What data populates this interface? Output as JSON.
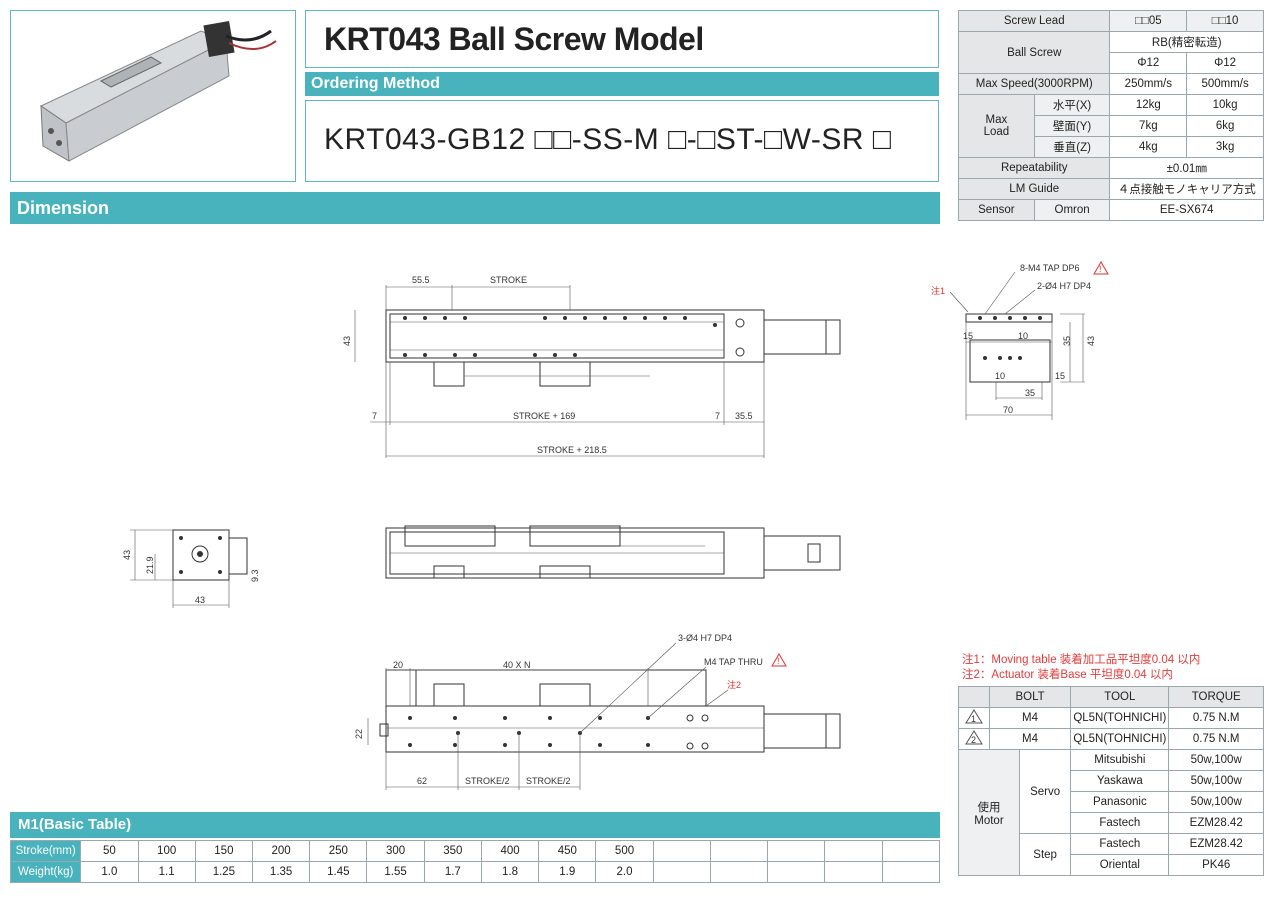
{
  "header": {
    "title": "KRT043 Ball Screw Model",
    "ordering_label": "Ordering Method",
    "order_code": "KRT043-GB12 □□-SS-M □-□ST-□W-SR □",
    "dimension_label": "Dimension"
  },
  "spec": {
    "screw_lead_label": "Screw Lead",
    "lead_05": "□□05",
    "lead_10": "□□10",
    "ball_screw_label": "Ball Screw",
    "ball_screw_type": "RB(精密転造)",
    "dia_05": "Φ12",
    "dia_10": "Φ12",
    "max_speed_label": "Max Speed(3000RPM)",
    "speed_05": "250mm/s",
    "speed_10": "500mm/s",
    "max_load_label_1": "Max",
    "max_load_label_2": "Load",
    "load_x_label": "水平(X)",
    "load_x_05": "12kg",
    "load_x_10": "10kg",
    "load_y_label": "壁面(Y)",
    "load_y_05": "7kg",
    "load_y_10": "6kg",
    "load_z_label": "垂直(Z)",
    "load_z_05": "4kg",
    "load_z_10": "3kg",
    "repeat_label": "Repeatability",
    "repeat_value": "±0.01㎜",
    "lm_label": "LM Guide",
    "lm_value": "４点接触モノキャリア方式",
    "sensor_label": "Sensor",
    "sensor_brand": "Omron",
    "sensor_value": "EE-SX674"
  },
  "drawing": {
    "top_55_5": "55.5",
    "top_stroke": "STROKE",
    "top_43": "43",
    "top_7a": "7",
    "top_stroke169": "STROKE + 169",
    "top_7b": "7",
    "top_35_5": "35.5",
    "top_stroke218": "STROKE + 218.5",
    "side_tap": "8-M4 TAP DP6",
    "side_hole": "2-Ø4 H7 DP4",
    "side_note1": "注1",
    "side_15a": "15",
    "side_10a": "10",
    "side_35v": "35",
    "side_43v": "43",
    "side_10b": "10",
    "side_15b": "15",
    "side_35h": "35",
    "side_70": "70",
    "end_43v": "43",
    "end_219": "21.9",
    "end_43h": "43",
    "end_93": "9.3",
    "bot_20": "20",
    "bot_40n": "40 X N",
    "bot_hole": "3-Ø4 H7 DP4",
    "bot_tap": "M4 TAP THRU",
    "bot_note2": "注2",
    "bot_22": "22",
    "bot_62": "62",
    "bot_s2a": "STROKE/2",
    "bot_s2b": "STROKE/2"
  },
  "notes": {
    "note1": "注1：Moving table 装着加工品平坦度0.04 以内",
    "note2": "注2：Actuator 装着Base 平坦度0.04 以内"
  },
  "bolt_table": {
    "headers": [
      "",
      "BOLT",
      "TOOL",
      "TORQUE"
    ],
    "rows": [
      {
        "mark": "1",
        "bolt": "M4",
        "tool": "QL5N(TOHNICHI)",
        "torque": "0.75 N.M"
      },
      {
        "mark": "2",
        "bolt": "M4",
        "tool": "QL5N(TOHNICHI)",
        "torque": "0.75 N.M"
      }
    ]
  },
  "motor_table": {
    "group_label_1": "使用",
    "group_label_2": "Motor",
    "servo_label": "Servo",
    "step_label": "Step",
    "servo_rows": [
      {
        "brand": "Mitsubishi",
        "value": "50w,100w"
      },
      {
        "brand": "Yaskawa",
        "value": "50w,100w"
      },
      {
        "brand": "Panasonic",
        "value": "50w,100w"
      },
      {
        "brand": "Fastech",
        "value": "EZM28.42"
      }
    ],
    "step_rows": [
      {
        "brand": "Fastech",
        "value": "EZM28.42"
      },
      {
        "brand": "Oriental",
        "value": "PK46"
      }
    ]
  },
  "m1": {
    "label": "M1(Basic Table)",
    "stroke_label": "Stroke(mm)",
    "weight_label": "Weight(kg)",
    "strokes": [
      "50",
      "100",
      "150",
      "200",
      "250",
      "300",
      "350",
      "400",
      "450",
      "500",
      "",
      "",
      "",
      "",
      ""
    ],
    "weights": [
      "1.0",
      "1.1",
      "1.25",
      "1.35",
      "1.45",
      "1.55",
      "1.7",
      "1.8",
      "1.9",
      "2.0",
      "",
      "",
      "",
      "",
      ""
    ]
  }
}
